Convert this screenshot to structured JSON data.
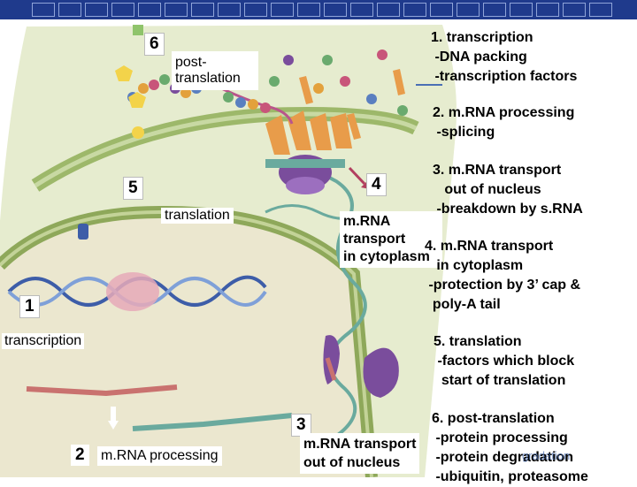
{
  "colors": {
    "header_bar": "#1f3a8c",
    "cell_fill": "#dfe8c6",
    "membrane": "#8fae5c",
    "nucleus_fill": "#e9ebcd",
    "dna": "#3d5da8",
    "ribosome": "#7a4d9c",
    "protein_orange": "#e89c4a",
    "mrna": "#6aaa9e"
  },
  "diagram_labels": {
    "step6_number": "6",
    "post_translation": "post-\ntranslation",
    "step5_number": "5",
    "translation": "translation",
    "step4_number": "4",
    "mrna_transport_cytoplasm": "m.RNA\ntransport\nin cytoplasm",
    "step1_number": "1",
    "transcription": "transcription",
    "step2_number": "2",
    "mrna_processing": "m.RNA processing",
    "step3_number": "3",
    "mrna_transport_nucleus": "m.RNA transport\nout of nucleus"
  },
  "side_notes": [
    {
      "id": "note-1",
      "text": "1. transcription\n -DNA packing\n -transcription factors"
    },
    {
      "id": "note-2",
      "text": "2. m.RNA processing\n -splicing"
    },
    {
      "id": "note-3",
      "text": "3. m.RNA transport\n   out of nucleus\n -breakdown by s.RNA"
    },
    {
      "id": "note-4",
      "text": "4. m.RNA transport\n   in cytoplasm\n -protection by 3’ cap &\n  poly-A tail"
    },
    {
      "id": "note-5",
      "text": "5. translation\n -factors which block\n  start of translation"
    },
    {
      "id": "note-6",
      "text": "6. post-translation\n -protein processing\n -protein degradation\n -ubiquitin, proteasome"
    }
  ],
  "overlay_text": "gradation"
}
